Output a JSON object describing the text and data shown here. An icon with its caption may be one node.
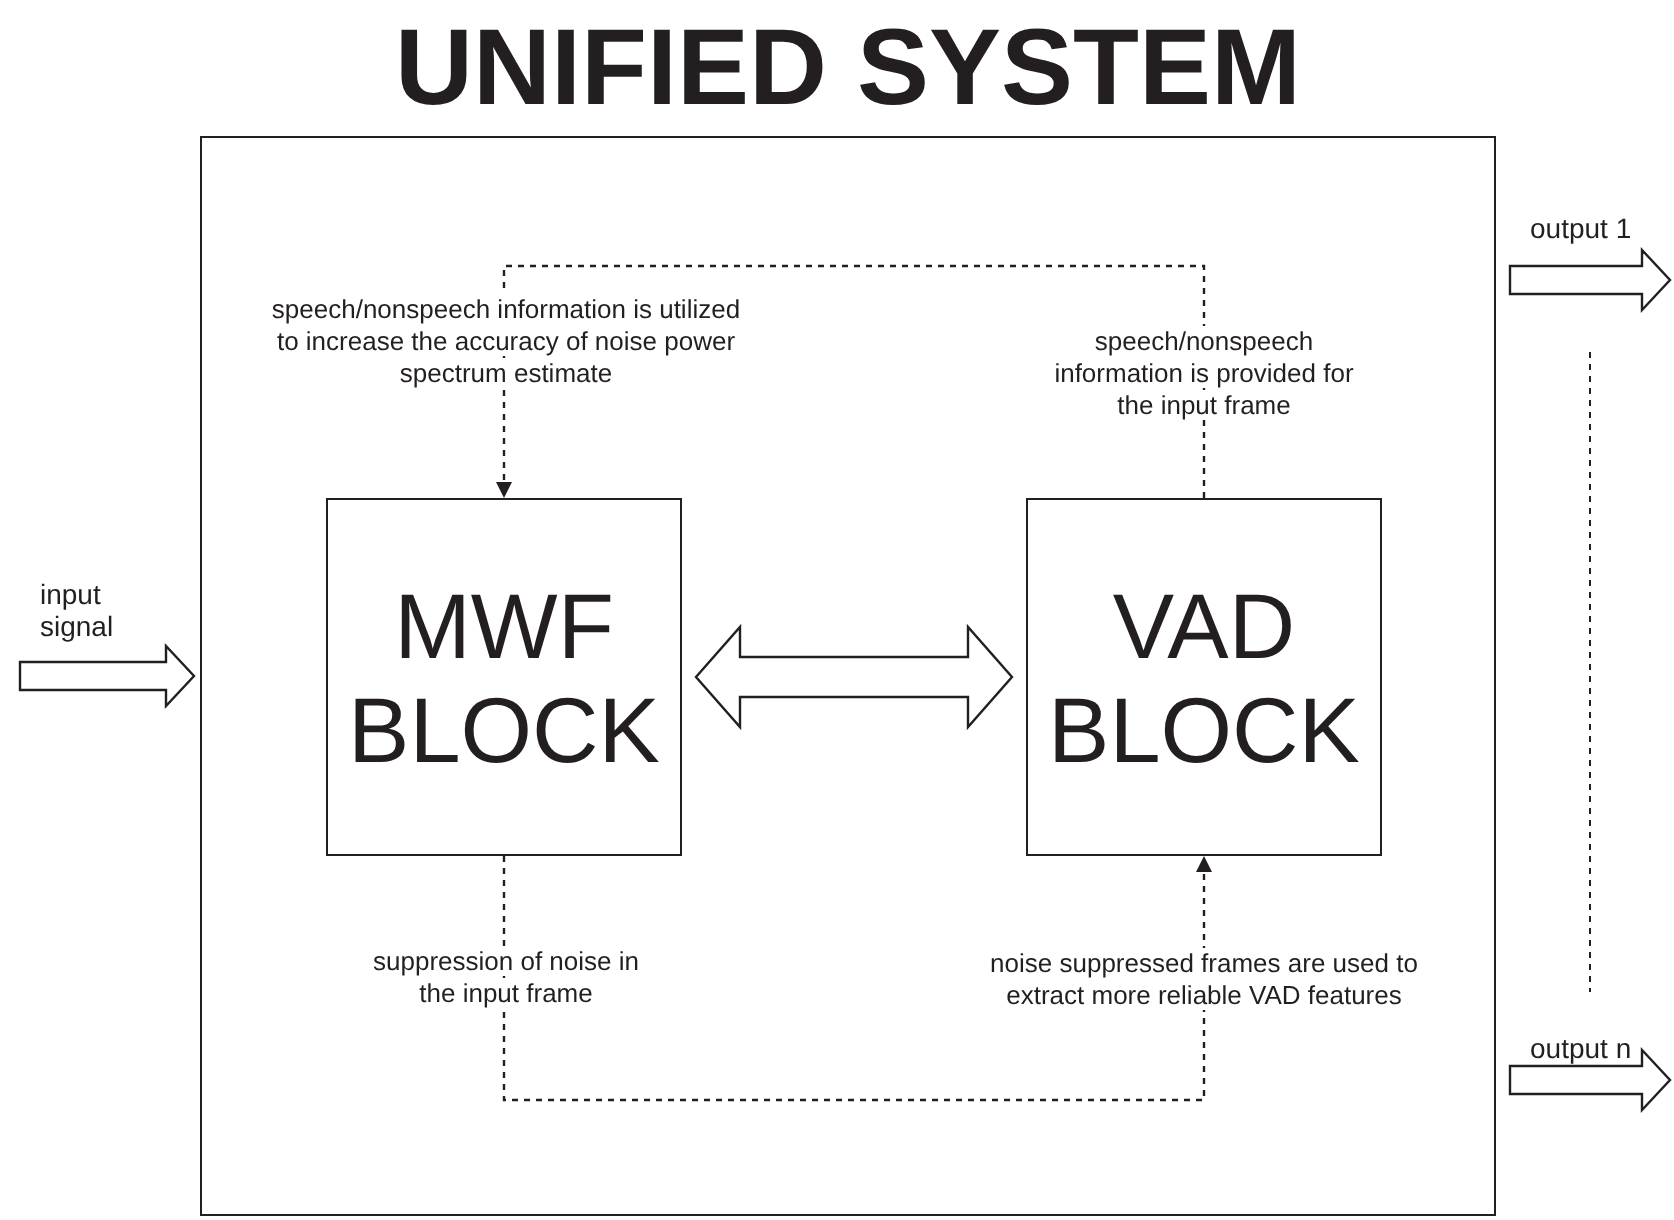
{
  "diagram": {
    "nodes": [
      {
        "text": [
          "UNIFIED SYSTEM"
        ]
      },
      {
        "text": [
          "MWF BLOCK"
        ],
        "in": 0
      },
      {
        "text": [
          "VAD BLOCK"
        ],
        "in": 0
      }
    ],
    "edges": [
      {
        "from": null,
        "to": 0,
        "arrow": "to",
        "label": "input signal"
      },
      {
        "from": 1,
        "to": 2,
        "arrow": "both"
      },
      {
        "from": 2,
        "to": 1,
        "arrow": "to",
        "style": "dashed",
        "label": "speech/nonspeech information is provided for the input frame"
      },
      {
        "from": 1,
        "to": 2,
        "arrow": "to",
        "style": "dashed",
        "label": "suppression of noise in the input frame"
      },
      {
        "from": 0,
        "to": null,
        "arrow": "to",
        "label": "output 1"
      },
      {
        "from": 0,
        "to": null,
        "arrow": "to",
        "label": "output n"
      }
    ],
    "labels": [
      "speech/nonspeech information is utilized to increase the accuracy of noise power spectrum estimate",
      "noise suppressed frames are used to extract more reliable VAD features"
    ]
  }
}
